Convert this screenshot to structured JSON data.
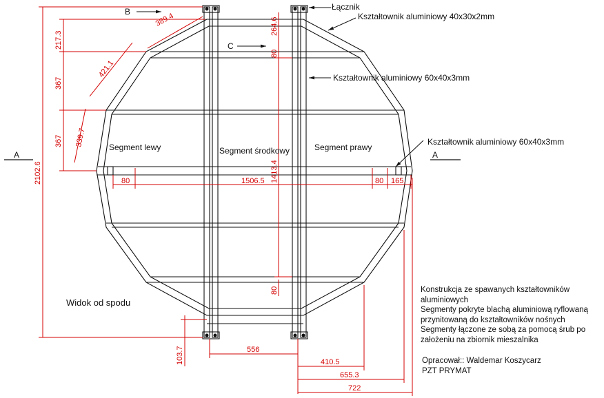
{
  "labels": {
    "lacznik": "Łącznik",
    "profile_40x30": "Kształtownik aluminiowy 40x30x2mm",
    "profile_60x40_a": "Kształtownik aluminiowy 60x40x3mm",
    "profile_60x40_b": "Kształtownik aluminiowy 60x40x3mm",
    "marker_b": "B",
    "marker_c": "C",
    "section_a_left": "A",
    "section_a_right": "A",
    "segment_left": "Segment lewy",
    "segment_middle": "Segment środkowy",
    "segment_right": "Segment prawy",
    "view_title": "Widok od spodu"
  },
  "dimensions": {
    "d389_4": "389.4",
    "d264_6": "264.6",
    "d217_3": "217.3",
    "d80_top": "80",
    "d421_1": "421.1",
    "d367_a": "367",
    "d367_b": "367",
    "d339_7": "339.7",
    "d2102_6": "2102.6",
    "d1413_4": "1413.4",
    "d80_left": "80",
    "d1506_5": "1506.5",
    "d80_right": "80",
    "d165": "165.",
    "d80_bottom": "80",
    "d103_7": "103.7",
    "d556": "556",
    "d410_5": "410.5",
    "d655_3": "655.3",
    "d722": "722"
  },
  "notes": [
    "Konstrukcja ze spawanych kształtowników",
    "aluminiowych",
    "Segmenty pokryte blachą aluminiową ryflowaną",
    "przynitowaną do kształtowników nośnych",
    "Segmenty łączone ze sobą za pomocą śrub po",
    "założeniu na zbiornik mieszalnika"
  ],
  "author": {
    "line1": "Opracował:: Waldemar Koszycarz",
    "line2": "PZT PRYMAT"
  },
  "colors": {
    "dimension": "#d40000",
    "structure": "#111111"
  }
}
